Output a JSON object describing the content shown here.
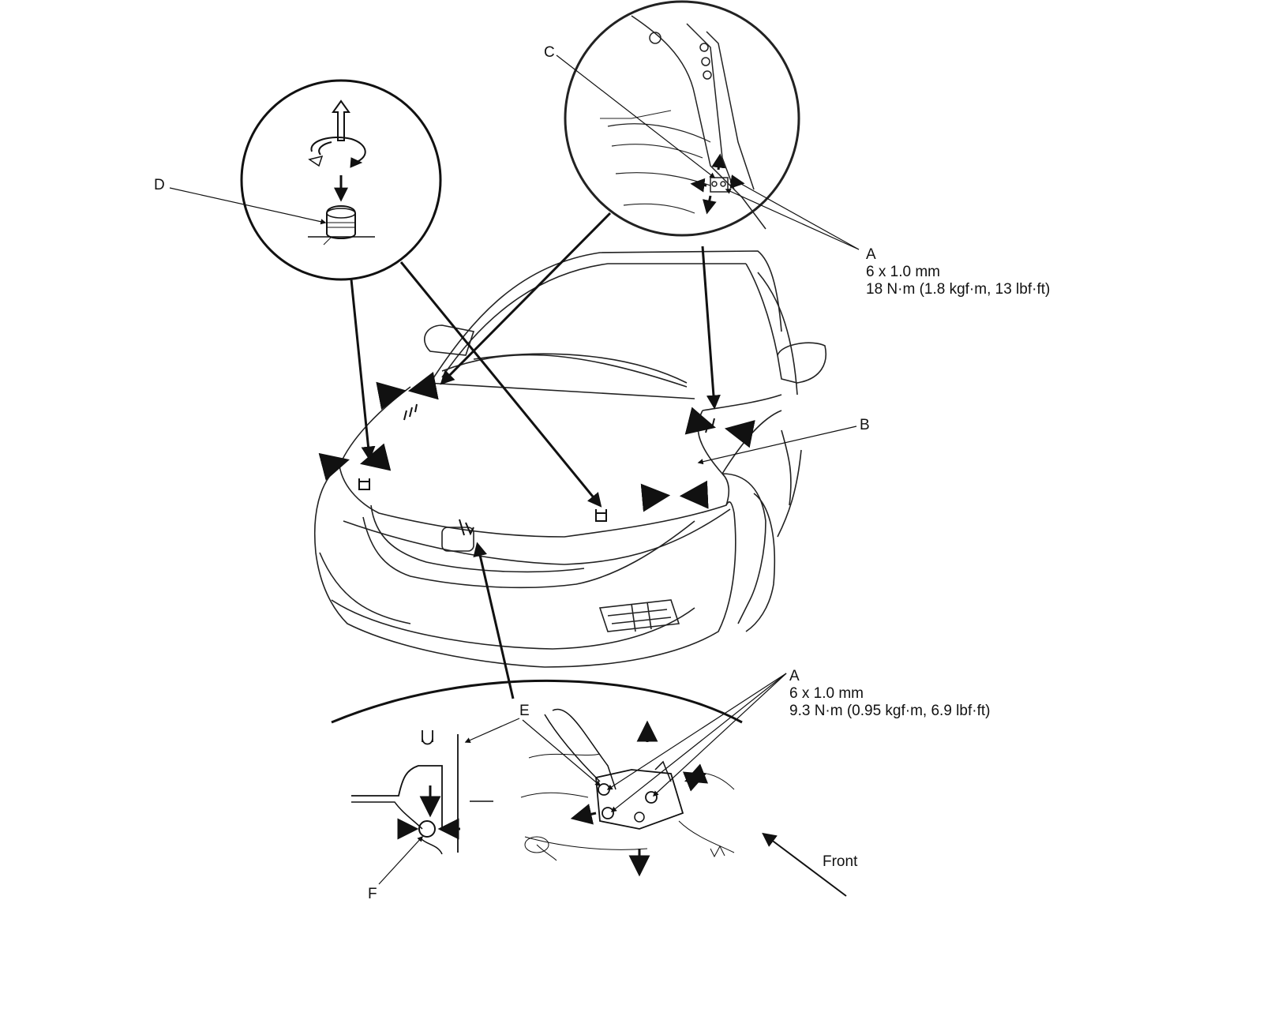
{
  "callouts": {
    "a": "A",
    "b": "B",
    "c": "C",
    "d": "D",
    "e": "E",
    "f": "F"
  },
  "spec_upper": {
    "label": "A",
    "size": "6 x 1.0 mm",
    "torque": "18 N·m (1.8 kgf·m, 13 lbf·ft)"
  },
  "spec_lower": {
    "label": "A",
    "size": "6 x 1.0 mm",
    "torque": "9.3 N·m (0.95 kgf·m, 6.9 lbf·ft)"
  },
  "direction": {
    "front": "Front"
  },
  "colors": {
    "line": "#111111",
    "background": "#ffffff"
  }
}
